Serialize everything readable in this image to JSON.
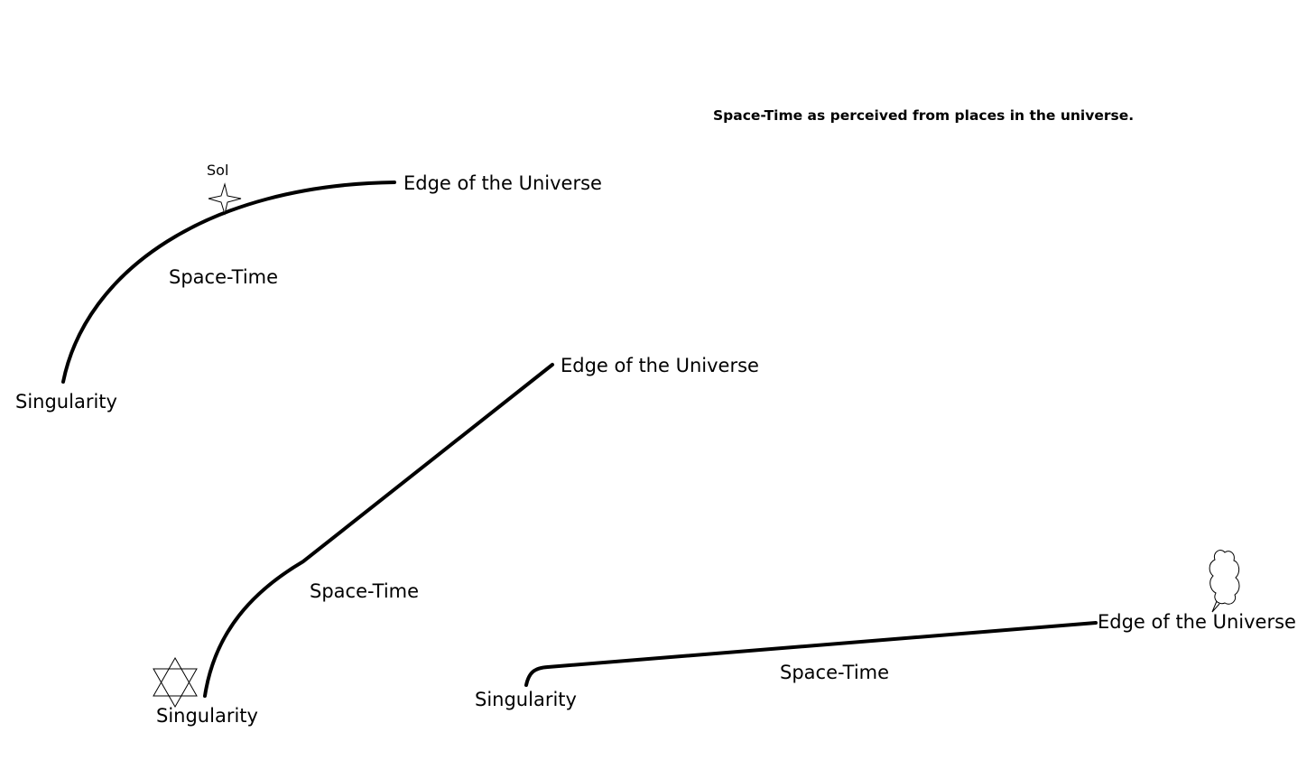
{
  "title": "Space-Time as perceived from places in the universe.",
  "diagrams": [
    {
      "marker": "star-four-point-icon",
      "marker_label": "Sol",
      "singularity_label": "Singularity",
      "spacetime_label": "Space-Time",
      "edge_label": "Edge of the Universe"
    },
    {
      "marker": "star-six-point-icon",
      "singularity_label": "Singularity",
      "spacetime_label": "Space-Time",
      "edge_label": "Edge of the Universe"
    },
    {
      "marker": "cloud-icon",
      "singularity_label": "Singularity",
      "spacetime_label": "Space-Time",
      "edge_label": "Edge of the Universe"
    }
  ],
  "colors": {
    "stroke": "#000000",
    "background": "#ffffff"
  }
}
